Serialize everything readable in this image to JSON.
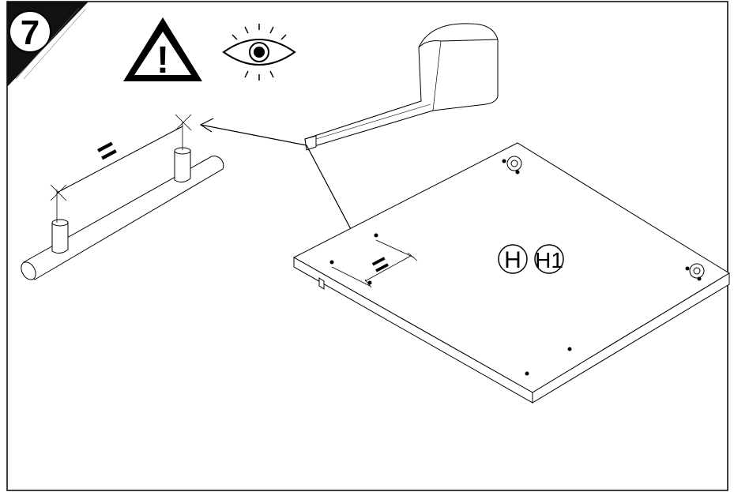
{
  "step": {
    "number": "7"
  },
  "warning": {
    "symbol": "!"
  },
  "labels": {
    "equal_mark_detail": "=",
    "equal_mark_board": "=",
    "part_h": "H",
    "part_h1": "H1"
  },
  "icons": [
    "warning-triangle-icon",
    "eye-icon",
    "tape-measure-icon"
  ],
  "colors": {
    "ink": "#000000",
    "paper": "#ffffff",
    "badge_bg": "#111111"
  }
}
